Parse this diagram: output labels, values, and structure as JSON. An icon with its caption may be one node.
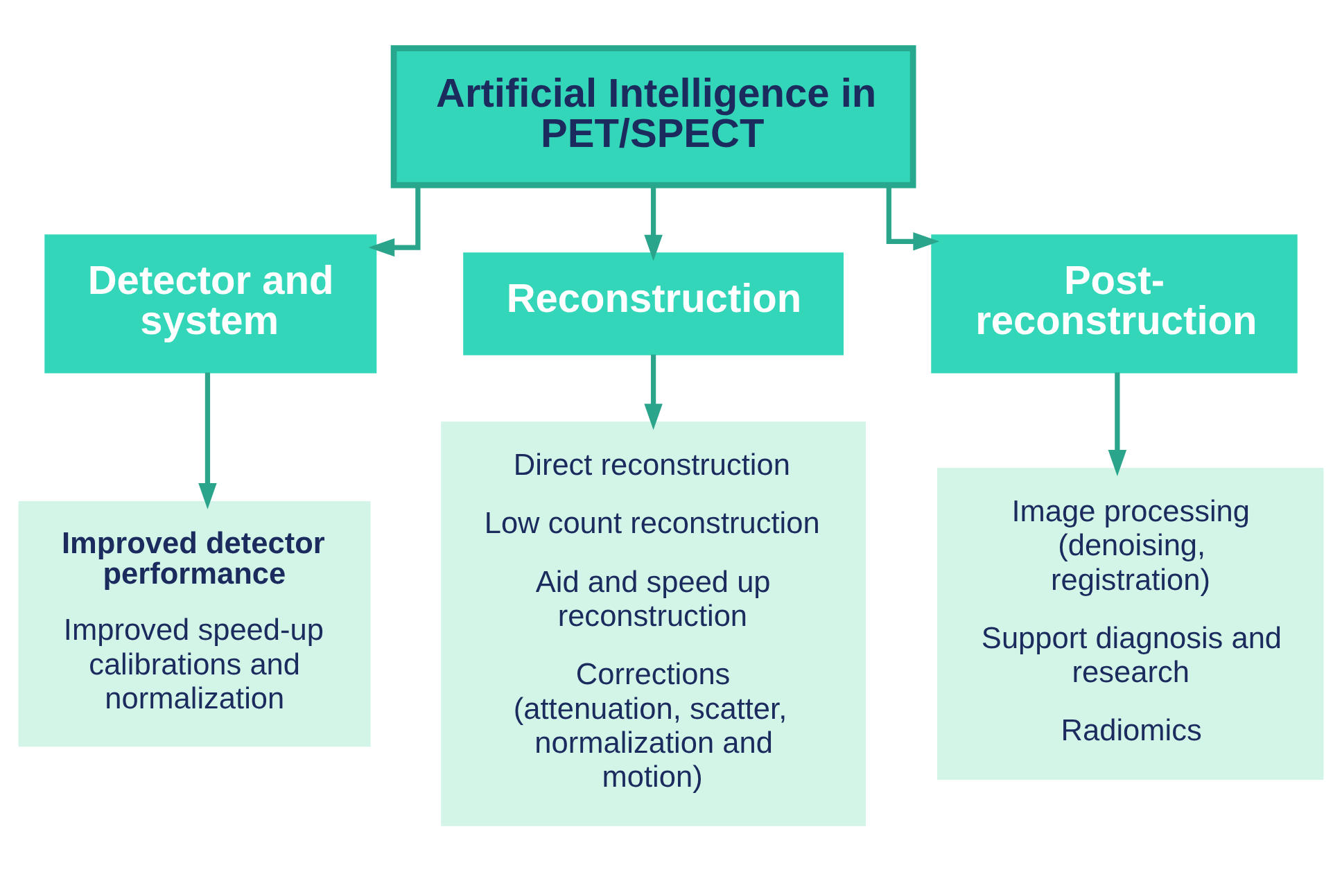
{
  "diagram": {
    "nodes": [
      {
        "text": [
          "Artificial Intelligence in PET/SPECT"
        ]
      },
      {
        "text": [
          "Detector and system"
        ]
      },
      {
        "text": [
          "Reconstruction"
        ]
      },
      {
        "text": [
          "Post-reconstruction"
        ]
      },
      {
        "text": [
          "Improved detector performance",
          "Improved speed-up calibrations and normalization"
        ]
      },
      {
        "text": [
          "Direct reconstruction",
          "Low count reconstruction",
          "Aid and speed up reconstruction",
          "Corrections (attenuation, scatter, normalization and motion)"
        ]
      },
      {
        "text": [
          "Image processing (denoising, registration)",
          "Support diagnosis and research",
          "Radiomics"
        ]
      }
    ],
    "edges": [
      {
        "from": 0,
        "to": 1,
        "arrow": "to"
      },
      {
        "from": 0,
        "to": 2,
        "arrow": "to"
      },
      {
        "from": 0,
        "to": 3,
        "arrow": "to"
      },
      {
        "from": 1,
        "to": 4,
        "arrow": "to"
      },
      {
        "from": 2,
        "to": 5,
        "arrow": "to"
      },
      {
        "from": 3,
        "to": 6,
        "arrow": "to"
      }
    ]
  }
}
